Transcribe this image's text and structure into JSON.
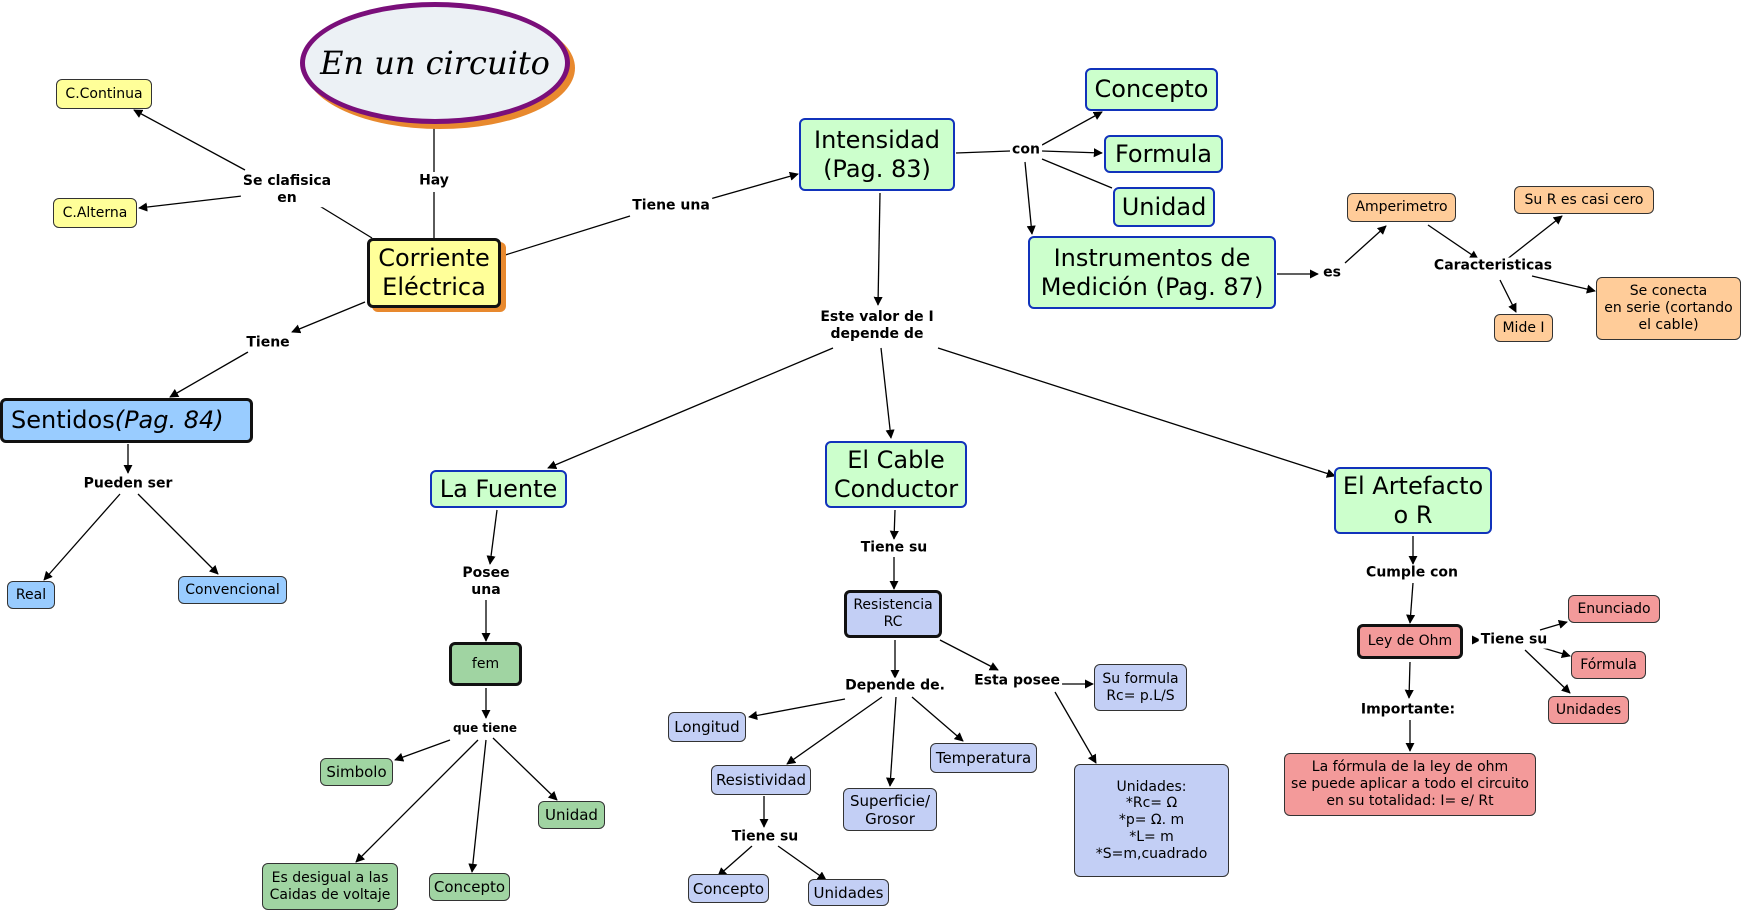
{
  "title": "En un circuito",
  "nodes": {
    "c_continua": "C.Continua",
    "c_alterna": "C.Alterna",
    "corriente": "Corriente\nEléctrica",
    "sentidos_main": "Sentidos ",
    "sentidos_page": "(Pag. 84)",
    "real": "Real",
    "convencional": "Convencional",
    "intensidad": "Intensidad\n(Pag. 83)",
    "concepto_top": "Concepto",
    "formula_top": "Formula",
    "unidad_top": "Unidad",
    "instrumentos": "Instrumentos de\nMedición (Pag. 87)",
    "amperimetro": "Amperimetro",
    "su_r": "Su R es casi cero",
    "mide_i": "Mide I",
    "se_conecta": "Se conecta\nen serie (cortando\nel cable)",
    "la_fuente": "La Fuente",
    "fem": "fem",
    "simbolo": "Simbolo",
    "unidad_fem": "Unidad",
    "es_desigual": "Es desigual a las\nCaidas de voltaje",
    "concepto_fem": "Concepto",
    "el_cable": "El Cable\nConductor",
    "resistencia": "Resistencia\nRC",
    "su_formula": "Su formula\nRc= p.L/S",
    "longitud": "Longitud",
    "resistividad": "Resistividad",
    "temperatura": "Temperatura",
    "superficie": "Superficie/\nGrosor",
    "unidades_rc": "Unidades:\n*Rc= Ω\n  *p= Ω. m\n *L= m\n*S=m,cuadrado",
    "concepto_res": "Concepto",
    "unidades_res": "Unidades",
    "el_artefacto": "El Artefacto\no R",
    "ley_ohm": "Ley de Ohm",
    "enunciado": "Enunciado",
    "formula_ohm": "Fórmula",
    "unidades_ohm": "Unidades",
    "la_formula": "La fórmula de la ley de ohm\nse puede aplicar a todo el circuito\nen su totalidad: I= e/ Rt"
  },
  "links": {
    "hay": "Hay",
    "se_clasifica": "Se clafisica\nen",
    "tiene": "Tiene",
    "pueden_ser": "Pueden ser",
    "tiene_una": "Tiene una",
    "con": "con",
    "es": "es",
    "caracteristicas": "Caracteristicas",
    "este_valor": "Este valor de I\ndepende de",
    "posee_una": "Posee\nuna",
    "que_tiene": "que  tiene",
    "tiene_su_cable": "Tiene su",
    "depende_de": "Depende de.",
    "esta_posee": "Esta posee",
    "tiene_su_res": "Tiene su",
    "cumple_con": "Cumple con",
    "tiene_su_ohm": "Tiene su",
    "importante": "Importante:"
  }
}
